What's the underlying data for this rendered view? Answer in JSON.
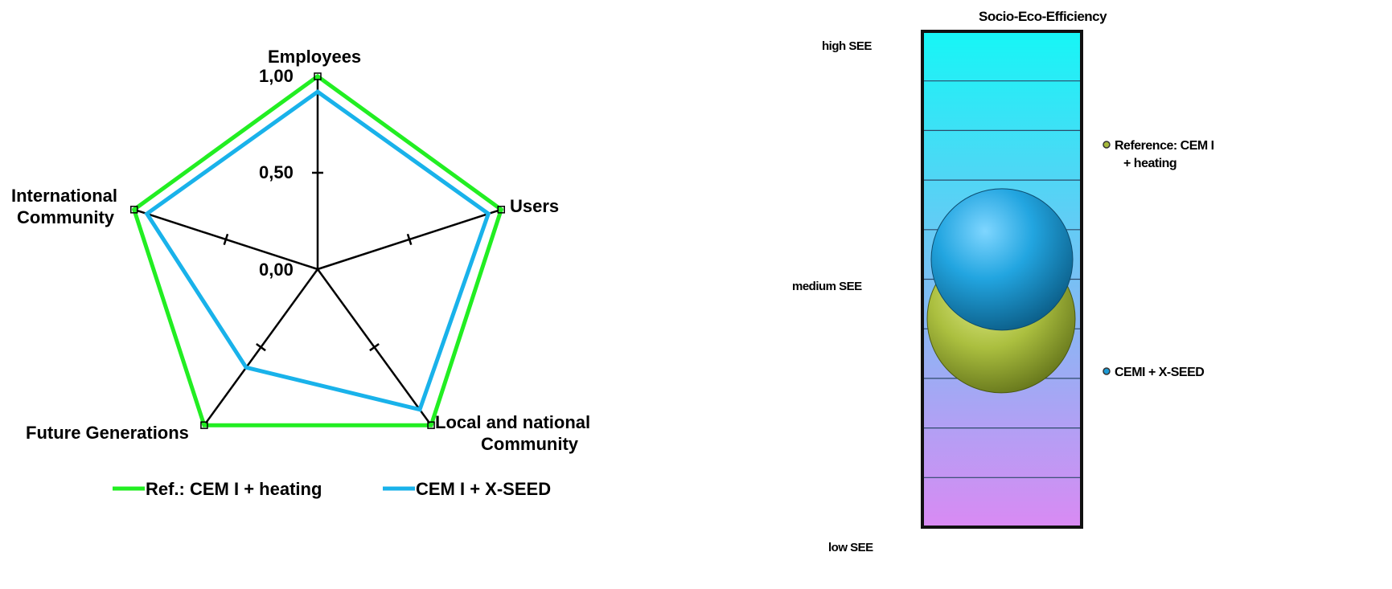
{
  "chart_data": [
    {
      "type": "radar",
      "axes": [
        "Employees",
        "Users",
        "Local and national Community",
        "Future Generations",
        "International Community"
      ],
      "axis_labels": {
        "employees": "Employees",
        "users": "Users",
        "local_line1": "Local and national",
        "local_line2": "Community",
        "future": "Future Generations",
        "intl_line1": "International",
        "intl_line2": "Community"
      },
      "ticks": [
        "0,00",
        "0,50",
        "1,00"
      ],
      "range": [
        0,
        1
      ],
      "series": [
        {
          "name": "Ref.: CEM I + heating",
          "color": "#22ee22",
          "values": [
            1.0,
            1.0,
            1.0,
            1.0,
            1.0
          ]
        },
        {
          "name": "CEM I + X-SEED",
          "color": "#19b2ea",
          "values": [
            0.92,
            0.93,
            0.9,
            0.63,
            0.93
          ]
        }
      ]
    },
    {
      "type": "scatter",
      "title": "Socio-Eco-Efficiency",
      "y_labels": {
        "high": "high SEE",
        "medium": "medium SEE",
        "low": "low SEE"
      },
      "y_range": [
        0,
        1
      ],
      "bands": 10,
      "gradient_top": "#16f6f6",
      "gradient_bottom": "#d98af3",
      "series": [
        {
          "name_line1": "Reference: CEM I",
          "name_line2": "+ heating",
          "color": "#a6b93c",
          "value": 0.42
        },
        {
          "name_line1": "CEMI + X-SEED",
          "color": "#1c9bd6",
          "value": 0.54
        }
      ]
    }
  ]
}
